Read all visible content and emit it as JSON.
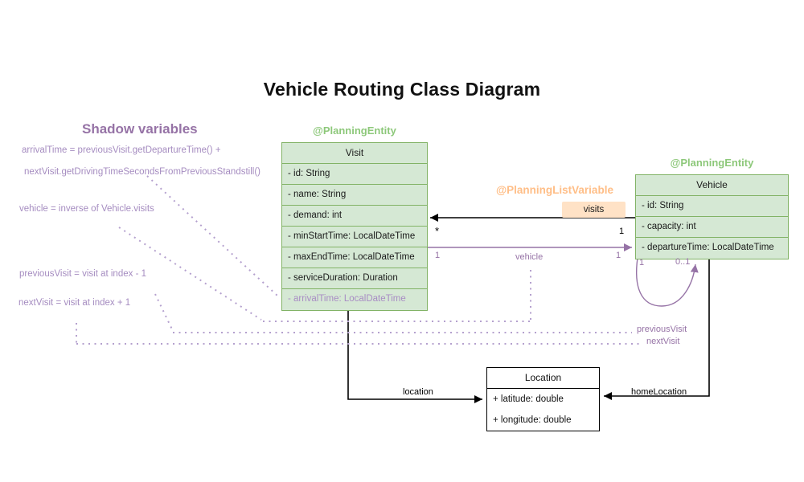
{
  "title": "Vehicle Routing Class Diagram",
  "shadow_panel": {
    "heading": "Shadow variables",
    "formula_arrival_line1": "arrivalTime = previousVisit.getDepartureTime() +",
    "formula_arrival_line2": "nextVisit.getDrivingTimeSecondsFromPreviousStandstill()",
    "formula_vehicle": "vehicle = inverse of Vehicle.visits",
    "formula_previous": "previousVisit = visit at index - 1",
    "formula_next": "nextVisit = visit at index + 1"
  },
  "visit_class": {
    "annotation": "@PlanningEntity",
    "name": "Visit",
    "fields": [
      "- id: String",
      "- name: String",
      "- demand: int",
      "- minStartTime: LocalDateTime",
      "- maxEndTime: LocalDateTime",
      "- serviceDuration: Duration",
      "- arrivalTime: LocalDateTime"
    ]
  },
  "vehicle_class": {
    "annotation": "@PlanningEntity",
    "name": "Vehicle",
    "fields": [
      "- id: String",
      "- capacity: int",
      "- departureTime: LocalDateTime"
    ]
  },
  "location_class": {
    "name": "Location",
    "fields": [
      "+ latitude: double",
      "+ longitude: double"
    ]
  },
  "list_variable": {
    "annotation": "@PlanningListVariable",
    "chip_label": "visits"
  },
  "edge_labels": {
    "visits_mult_at_visit": "*",
    "visits_mult_at_vehicle": "1",
    "vehicle_mult_at_visit": "1",
    "vehicle_edge_label": "vehicle",
    "vehicle_mult_at_vehicle": "1",
    "loop_mult_left": "1",
    "loop_mult_right": "0..1",
    "previous_visit_label": "previousVisit",
    "next_visit_label": "nextVisit",
    "location_edge_label": "location",
    "home_location_edge_label": "homeLocation"
  },
  "colors": {
    "green_stroke": "#82b366",
    "green_fill": "#d5e8d4",
    "green_annotation_text": "#8dc87a",
    "orange_annotation_text": "#ffbe87",
    "orange_chip_fill": "#ffe2c6",
    "purple_accent": "#9673a6",
    "purple_text_light": "#a58cc0",
    "dotted_connector": "#b4a0ce",
    "black_edge": "#000000"
  }
}
